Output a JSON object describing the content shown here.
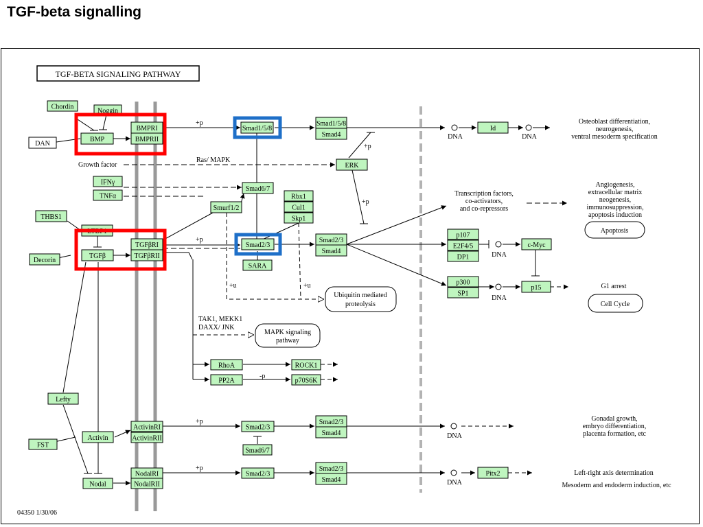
{
  "slide": {
    "title": "TGF-beta signalling"
  },
  "pathway": {
    "title": "TGF-BETA SIGNALING PATHWAY",
    "footer": "04350  1/30/06"
  },
  "colors": {
    "gene_fill": "#bff5bf",
    "highlight_red": "#ff0000",
    "highlight_blue": "#1e6fc8",
    "membrane": "#999999"
  },
  "nodes": {
    "chordin": "Chordin",
    "noggin": "Noggin",
    "dan": "DAN",
    "bmp": "BMP",
    "bmpri": "BMPRI",
    "bmprii": "BMPRII",
    "smad158a": "Smad1/5/8",
    "smad158b": "Smad1/5/8",
    "smad4a": "Smad4",
    "id": "Id",
    "growth": "Growth factor",
    "rasmapk": "Ras/ MAPK",
    "erk": "ERK",
    "ifng": "IFNγ",
    "tnfa": "TNFα",
    "smad67a": "Smad6/7",
    "smurf": "Smurf1/2",
    "rbx1": "Rbx1",
    "cul1": "Cul1",
    "skp1": "Skp1",
    "thbs1": "THBS1",
    "ltbp": "LTBP1",
    "decorin": "Decorin",
    "tgfb": "TGFβ",
    "tgfbri": "TGFβRI",
    "tgfbrii": "TGFβRII",
    "smad23a": "Smad2/3",
    "sara": "SARA",
    "smad23b": "Smad2/3",
    "smad4b": "Smad4",
    "p107": "p107",
    "e2f45": "E2F4/5",
    "dp1": "DP1",
    "cmyc": "c-Myc",
    "p300": "p300",
    "sp1": "SP1",
    "p15": "p15",
    "ubiq1": "Ubiquitin mediated",
    "ubiq2": "proteolysis",
    "tak1": "TAK1, MEKK1",
    "daxx": "DAXX/ JNK",
    "mapk1": "MAPK signaling",
    "mapk2": "pathway",
    "rhoa": "RhoA",
    "rock1": "ROCK1",
    "pp2a": "PP2A",
    "p70s6k": "p70S6K",
    "lefty": "Lefty",
    "fst": "FST",
    "activin": "Activin",
    "activinri": "ActivinRI",
    "activinrii": "ActivinRII",
    "smad23c": "Smad2/3",
    "smad67b": "Smad6/7",
    "smad23d": "Smad2/3",
    "smad4c": "Smad4",
    "nodal": "Nodal",
    "nodalri": "NodalRI",
    "nodalrii": "NodalRII",
    "smad23e": "Smad2/3",
    "smad23f": "Smad2/3",
    "smad4d": "Smad4",
    "pitx2": "Pitx2"
  },
  "labels": {
    "p1": "+p",
    "p2": "+p",
    "p3": "+p",
    "p4": "+p",
    "p5": "+p",
    "p6": "+p",
    "mp": "-p",
    "u1": "+u",
    "u2": "+u",
    "dna1": "DNA",
    "dna2": "DNA",
    "dna3": "DNA",
    "dna4": "DNA",
    "dna5": "DNA",
    "dna6": "DNA",
    "ost1": "Osteoblast differentiation,",
    "ost2": "neurogenesis,",
    "ost3": "ventral mesoderm specification",
    "tf1": "Transcription factors,",
    "tf2": "co-activators,",
    "tf3": "and co-repressors",
    "ang1": "Angiogenesis,",
    "ang2": "extracellular matrix",
    "ang3": "neogenesis,",
    "ang4": "immunosuppression,",
    "ang5": "apoptosis induction",
    "apoptosis": "Apoptosis",
    "g1": "G1 arrest",
    "cellcycle": "Cell Cycle",
    "gon1": "Gonadal growth,",
    "gon2": "embryo differentiation,",
    "gon3": "placenta formation, etc",
    "lr": "Left-right axis determination",
    "meso": "Mesoderm and endoderm induction, etc"
  }
}
